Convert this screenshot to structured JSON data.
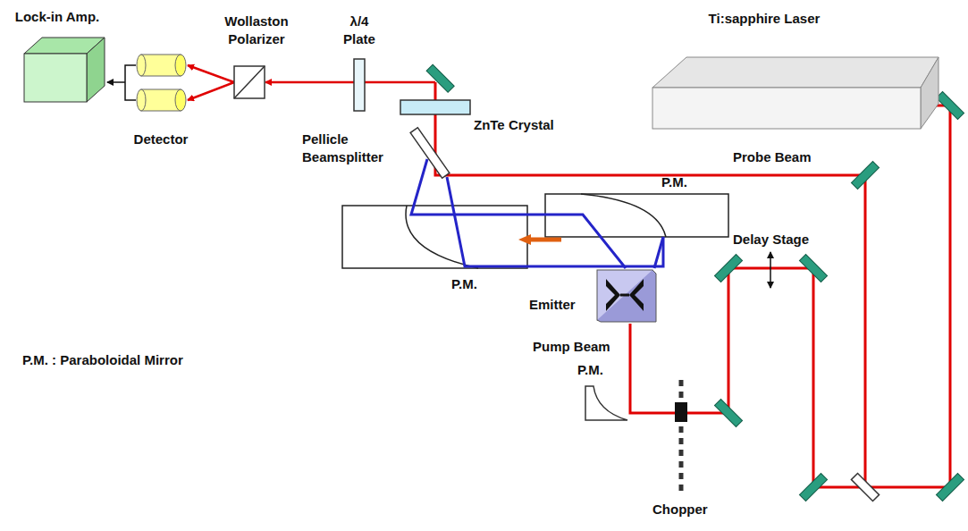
{
  "diagram": {
    "nodes": [
      {
        "text": [
          "Lock-in Amp."
        ]
      },
      {
        "text": [
          "Detector"
        ]
      },
      {
        "text": [
          "Ti:sapphire Laser"
        ]
      },
      {
        "text": [
          "Emitter"
        ]
      }
    ],
    "edges": [
      {
        "from": 1,
        "to": 0,
        "arrow": "to"
      }
    ],
    "labels": [
      "Wollaston Polarizer",
      "λ/4 Plate",
      "ZnTe Crystal",
      "Pellicle Beamsplitter",
      "Probe Beam",
      "P.M.",
      "P.M.",
      "Delay Stage",
      "Pump Beam",
      "P.M.",
      "Chopper",
      "P.M. : Paraboloidal Mirror"
    ]
  }
}
